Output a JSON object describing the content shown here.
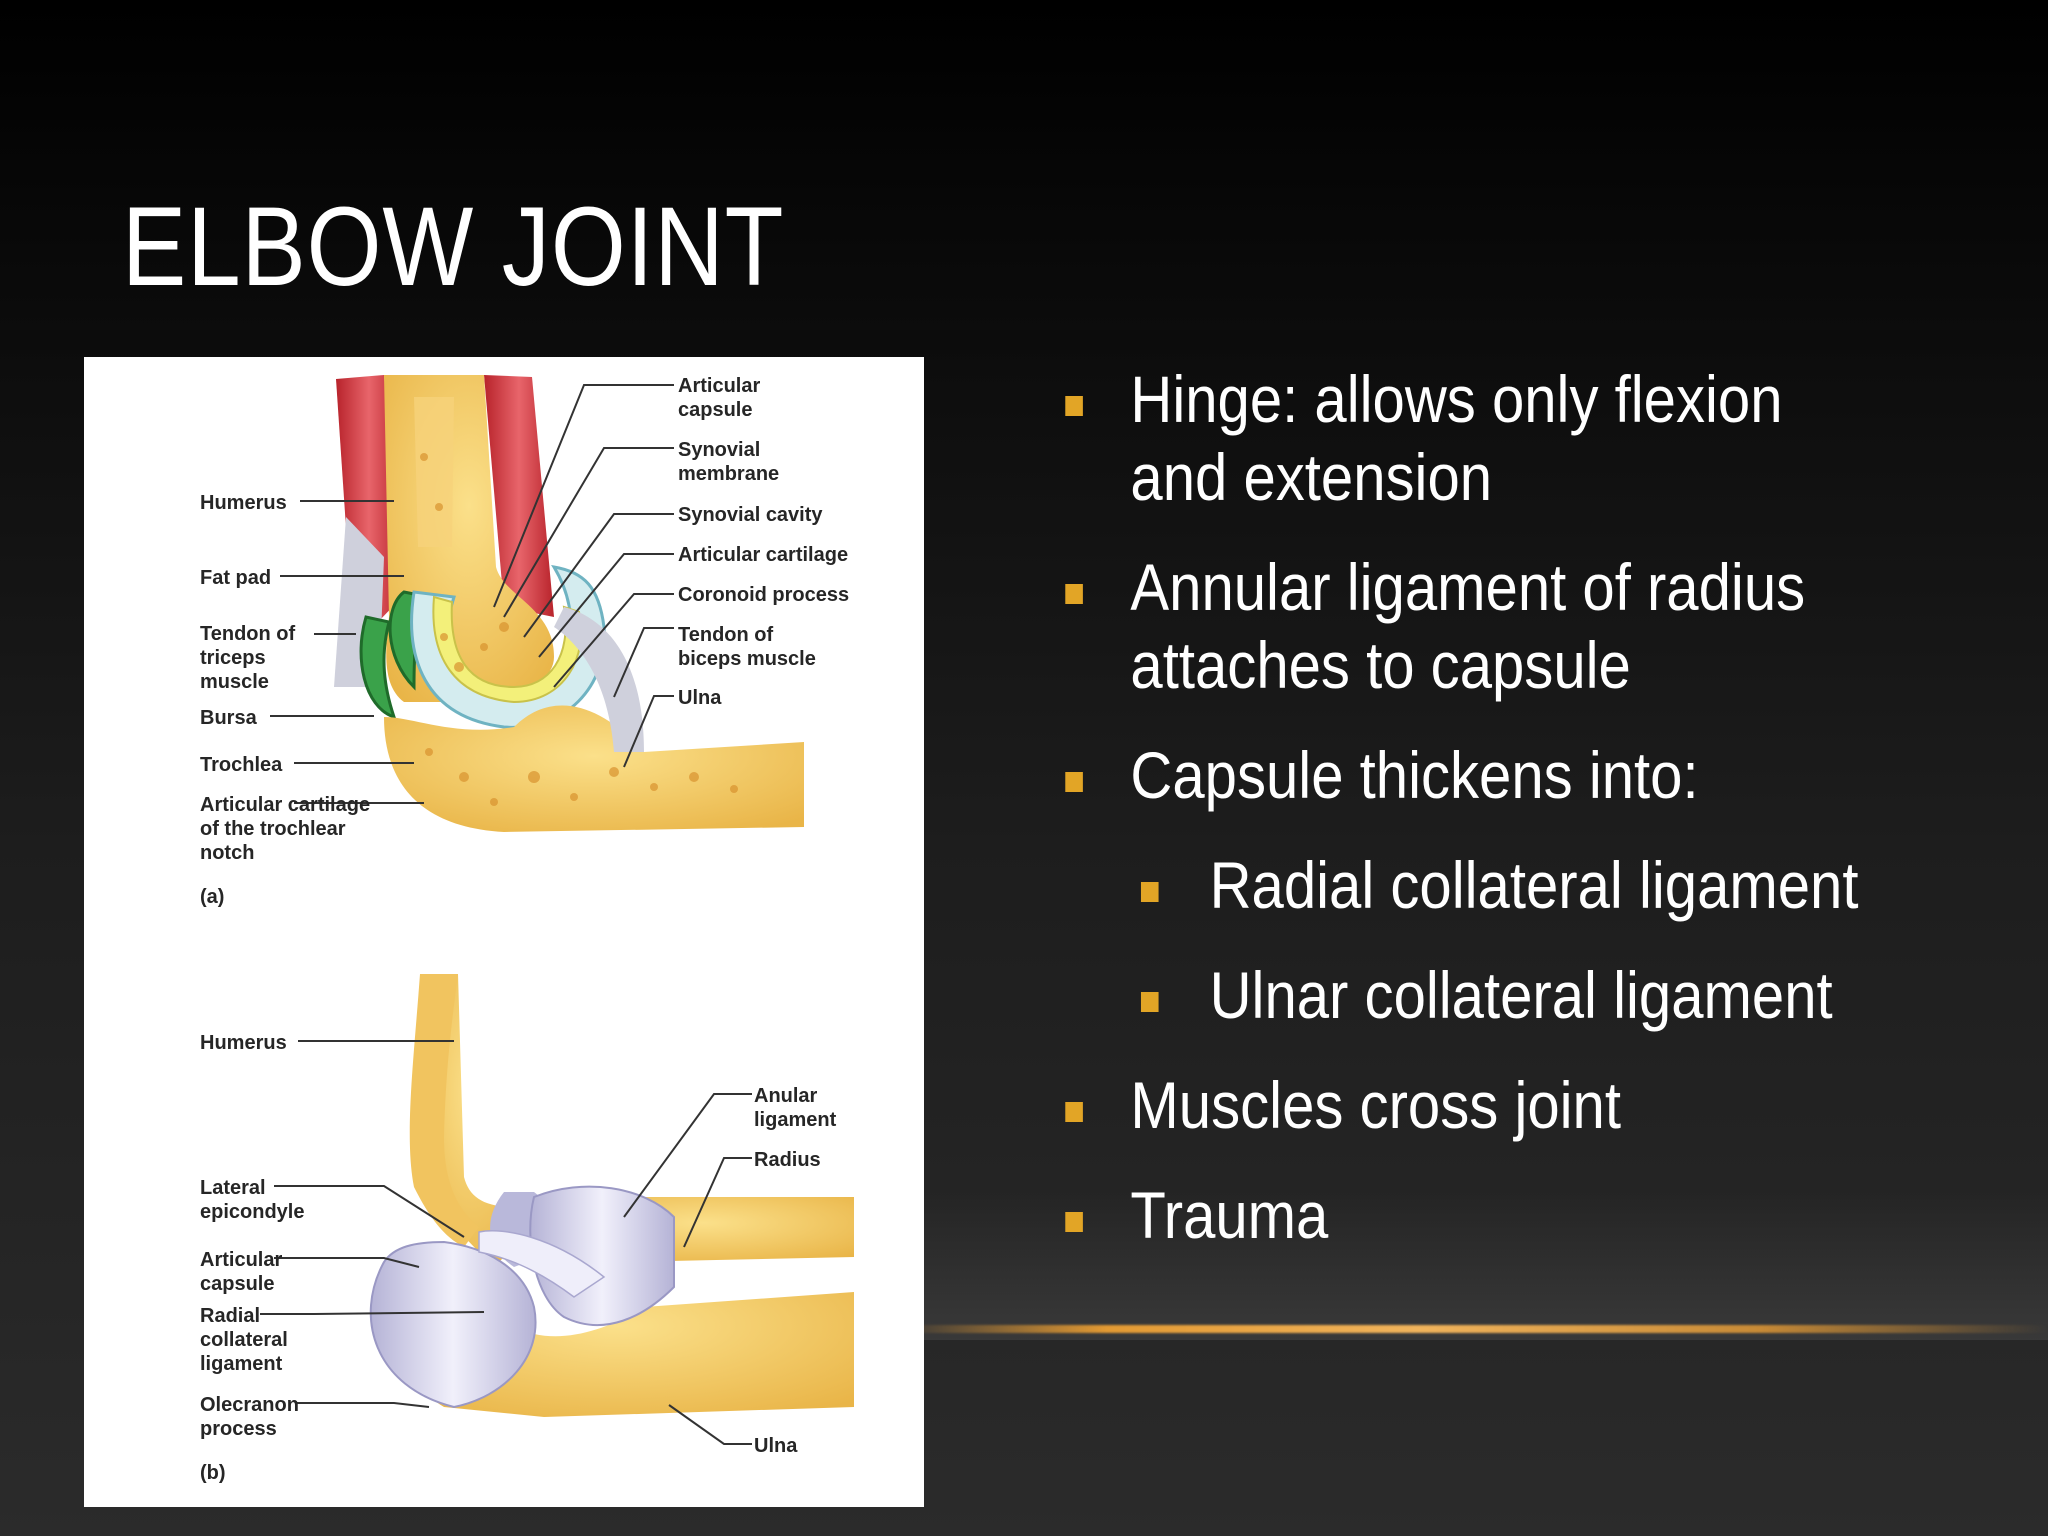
{
  "slide": {
    "title": "ELBOW JOINT",
    "accent_color": "#e2a526"
  },
  "bullets": [
    {
      "level": 1,
      "text": "Hinge:  allows only flexion and extension"
    },
    {
      "level": 1,
      "text": "Annular ligament of radius attaches to capsule"
    },
    {
      "level": 1,
      "text": "Capsule thickens into:"
    },
    {
      "level": 2,
      "text": "Radial collateral ligament"
    },
    {
      "level": 2,
      "text": "Ulnar collateral ligament"
    },
    {
      "level": 1,
      "text": "Muscles cross joint"
    },
    {
      "level": 1,
      "text": "Trauma"
    }
  ],
  "figure": {
    "panel_a": {
      "caption": "(a)",
      "left_labels": [
        {
          "line1": "Humerus"
        },
        {
          "line1": "Fat pad"
        },
        {
          "line1": "Tendon of",
          "line2": "triceps",
          "line3": "muscle"
        },
        {
          "line1": "Bursa"
        },
        {
          "line1": "Trochlea"
        },
        {
          "line1": "Articular cartilage",
          "line2": "of the trochlear",
          "line3": "notch"
        }
      ],
      "right_labels": [
        {
          "line1": "Articular",
          "line2": "capsule"
        },
        {
          "line1": "Synovial",
          "line2": "membrane"
        },
        {
          "line1": "Synovial cavity"
        },
        {
          "line1": "Articular cartilage"
        },
        {
          "line1": "Coronoid process"
        },
        {
          "line1": "Tendon of",
          "line2": "biceps muscle"
        },
        {
          "line1": "Ulna"
        }
      ]
    },
    "panel_b": {
      "caption": "(b)",
      "left_labels": [
        {
          "line1": "Humerus"
        },
        {
          "line1": "Lateral",
          "line2": "epicondyle"
        },
        {
          "line1": "Articular",
          "line2": "capsule"
        },
        {
          "line1": "Radial",
          "line2": "collateral",
          "line3": "ligament"
        },
        {
          "line1": "Olecranon",
          "line2": "process"
        }
      ],
      "right_labels": [
        {
          "line1": "Anular",
          "line2": "ligament"
        },
        {
          "line1": "Radius"
        },
        {
          "line1": "Ulna"
        }
      ]
    }
  }
}
